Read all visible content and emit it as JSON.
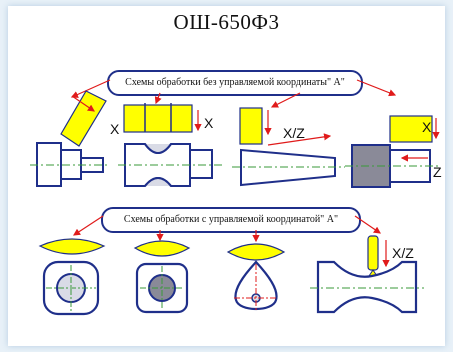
{
  "title": "ОШ-650Ф3",
  "group_top": {
    "caption": "Схемы обработки без управляемой координаты\" А\""
  },
  "group_bottom": {
    "caption": "Схемы обработки с управляемой координатой\" А\""
  },
  "labels": {
    "t1_x": "X",
    "t2_x": "X",
    "t3_xz": "X/Z",
    "t4_x": "X",
    "t4_z": "Z",
    "b4_xz": "X/Z"
  },
  "colors": {
    "outline": "#1f2f8a",
    "tool": "#ffff00",
    "arrow": "#e01b1b",
    "axis": "#3a9a3a",
    "fill_gray": "#8a8a98",
    "fill_light": "#d9dbe6"
  }
}
